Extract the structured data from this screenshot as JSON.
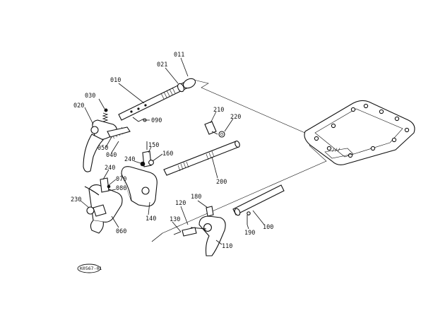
{
  "parts": [
    {
      "key": "p011",
      "number": "011"
    },
    {
      "key": "p021",
      "number": "021"
    },
    {
      "key": "p010",
      "number": "010"
    },
    {
      "key": "p030",
      "number": "030"
    },
    {
      "key": "p020",
      "number": "020"
    },
    {
      "key": "p090",
      "number": "090"
    },
    {
      "key": "p050",
      "number": "050"
    },
    {
      "key": "p040",
      "number": "040"
    },
    {
      "key": "p150",
      "number": "150"
    },
    {
      "key": "p160",
      "number": "160"
    },
    {
      "key": "p240a",
      "number": "240"
    },
    {
      "key": "p240b",
      "number": "240"
    },
    {
      "key": "p070",
      "number": "070"
    },
    {
      "key": "p080",
      "number": "080"
    },
    {
      "key": "p230",
      "number": "230"
    },
    {
      "key": "p060",
      "number": "060"
    },
    {
      "key": "p140",
      "number": "140"
    },
    {
      "key": "p210",
      "number": "210"
    },
    {
      "key": "p220",
      "number": "220"
    },
    {
      "key": "p200",
      "number": "200"
    },
    {
      "key": "p180",
      "number": "180"
    },
    {
      "key": "p120",
      "number": "120"
    },
    {
      "key": "p130",
      "number": "130"
    },
    {
      "key": "p110",
      "number": "110"
    },
    {
      "key": "p190",
      "number": "190"
    },
    {
      "key": "p100",
      "number": "100"
    }
  ],
  "diagram_code": "K0567-01"
}
